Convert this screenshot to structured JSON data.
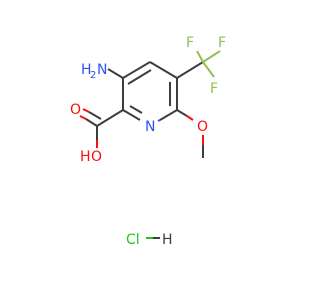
{
  "molecule": {
    "labels": {
      "nh2_h": "H",
      "nh2_sub": "2",
      "nh2_n": "N",
      "f_top_left": "F",
      "f_top_right": "F",
      "f_right": "F",
      "ring_n": "N",
      "oh_o": "O",
      "oh_h": "H",
      "carbonyl_o": "O",
      "methoxy_o": "O",
      "hcl_cl": "Cl",
      "hcl_h": "H"
    },
    "colors": {
      "carbon": "#3d3d3d",
      "nitrogen": "#3050f8",
      "oxygen": "#ff0d0d",
      "fluorine": "#90c050",
      "chlorine": "#1ec81e"
    }
  }
}
